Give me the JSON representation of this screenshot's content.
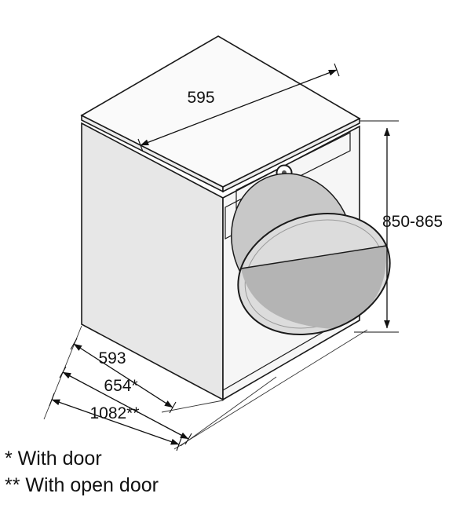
{
  "diagram": {
    "dims": {
      "top_width": "595",
      "height": "850-865",
      "depth": "593",
      "depth_with_door": "654*",
      "depth_open_door": "1082**"
    },
    "footnotes": {
      "with_door": "* With door",
      "with_open_door": "** With open door"
    },
    "colors": {
      "background": "#ffffff",
      "outline": "#1a1a1a",
      "face_top": "#fafafa",
      "face_rim": "#ececec",
      "face_left": "#e7e7e7",
      "face_front": "#f6f6f6",
      "door_opening": "#c8c8c8",
      "door_rim": "#dcdcdc",
      "door_glass": "#b4b4b4"
    }
  }
}
